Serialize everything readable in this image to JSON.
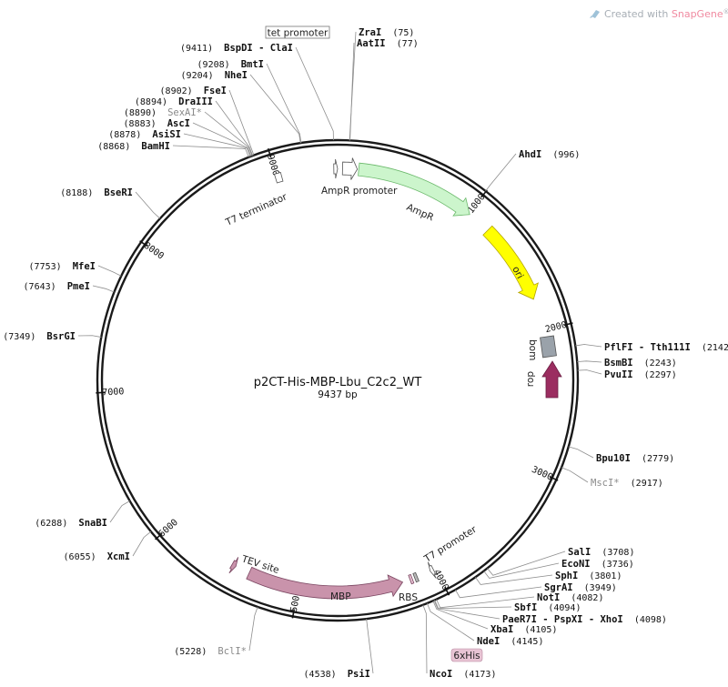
{
  "credit": {
    "prefix": "Created with ",
    "brand": "SnapGene",
    "suffix": "®"
  },
  "plasmid": {
    "name": "p2CT-His-MBP-Lbu_C2c2_WT",
    "length_label": "9437 bp",
    "length_bp": 9437
  },
  "ticks": [
    {
      "bp": 1000,
      "label": "1000"
    },
    {
      "bp": 2000,
      "label": "2000"
    },
    {
      "bp": 3000,
      "label": "3000"
    },
    {
      "bp": 4000,
      "label": "4000"
    },
    {
      "bp": 5000,
      "label": "5000"
    },
    {
      "bp": 6000,
      "label": "6000"
    },
    {
      "bp": 7000,
      "label": "7000"
    },
    {
      "bp": 8000,
      "label": "8000"
    },
    {
      "bp": 9000,
      "label": "9000"
    }
  ],
  "features": [
    {
      "name": "AmpR",
      "type": "cds",
      "start": 150,
      "end": 1010,
      "color": "#ccf5cc",
      "stroke": "#6ab86a"
    },
    {
      "name": "AmpR promoter",
      "type": "promoter",
      "start": 35,
      "end": 140,
      "color": "#ffffff",
      "stroke": "#555555"
    },
    {
      "name": "ori",
      "type": "origin",
      "start": 1180,
      "end": 1770,
      "color": "#ffff00",
      "stroke": "#b3a400"
    },
    {
      "name": "bom",
      "type": "misc",
      "start": 2130,
      "end": 2270,
      "color": "#9aa2aa",
      "stroke": "#555555"
    },
    {
      "name": "rop",
      "type": "cds",
      "start": 2355,
      "end": 2545,
      "color": "#9b2d60",
      "stroke": "#6b1e42"
    },
    {
      "name": "MBP",
      "type": "cds",
      "start": 4250,
      "end": 5365,
      "color": "#c993ab",
      "stroke": "#7a4560"
    },
    {
      "name": "TEV site",
      "type": "site",
      "start": 5470,
      "end": 5500,
      "color": "#c993ab",
      "stroke": "#7a4560"
    },
    {
      "name": "T7 promoter",
      "type": "promoter",
      "start": 4015,
      "end": 4040,
      "color": "#ffffff",
      "stroke": "#555555"
    },
    {
      "name": "RBS",
      "type": "rbs",
      "start": 4140,
      "end": 4160,
      "color": "#b8b8b8",
      "stroke": "#555555"
    },
    {
      "name": "6xHis",
      "type": "tag",
      "start": 4178,
      "end": 4195,
      "color": "#e8c4d4",
      "stroke": "#7a4560"
    },
    {
      "name": "T7 terminator",
      "type": "terminator",
      "start": 8990,
      "end": 9035,
      "color": "#ffffff",
      "stroke": "#555555"
    },
    {
      "name": "tet promoter",
      "type": "promoter",
      "start": 9410,
      "end": 9437,
      "color": "#ffffff",
      "stroke": "#555555"
    }
  ],
  "enzymes": [
    {
      "name": "ZraI",
      "pos": "(75)",
      "bp": 75,
      "unique": true
    },
    {
      "name": "AatII",
      "pos": "(77)",
      "bp": 77,
      "unique": true
    },
    {
      "name": "AhdI",
      "pos": "(996)",
      "bp": 996,
      "unique": true
    },
    {
      "name": "PflFI - Tth111I",
      "pos": "(2142)",
      "bp": 2142,
      "unique": true
    },
    {
      "name": "BsmBI",
      "pos": "(2243)",
      "bp": 2243,
      "unique": true
    },
    {
      "name": "PvuII",
      "pos": "(2297)",
      "bp": 2297,
      "unique": true
    },
    {
      "name": "Bpu10I",
      "pos": "(2779)",
      "bp": 2779,
      "unique": true
    },
    {
      "name": "MscI*",
      "pos": "(2917)",
      "bp": 2917,
      "unique": false
    },
    {
      "name": "SalI",
      "pos": "(3708)",
      "bp": 3708,
      "unique": true
    },
    {
      "name": "EcoNI",
      "pos": "(3736)",
      "bp": 3736,
      "unique": true
    },
    {
      "name": "SphI",
      "pos": "(3801)",
      "bp": 3801,
      "unique": true
    },
    {
      "name": "SgrAI",
      "pos": "(3949)",
      "bp": 3949,
      "unique": true
    },
    {
      "name": "NotI",
      "pos": "(4082)",
      "bp": 4082,
      "unique": true
    },
    {
      "name": "SbfI",
      "pos": "(4094)",
      "bp": 4094,
      "unique": true
    },
    {
      "name": "PaeR7I - PspXI - XhoI",
      "pos": "(4098)",
      "bp": 4098,
      "unique": true
    },
    {
      "name": "XbaI",
      "pos": "(4105)",
      "bp": 4105,
      "unique": true
    },
    {
      "name": "NdeI",
      "pos": "(4145)",
      "bp": 4145,
      "unique": true
    },
    {
      "name": "NcoI",
      "pos": "(4173)",
      "bp": 4173,
      "unique": true
    },
    {
      "name": "PsiI",
      "pos": "(4538)",
      "bp": 4538,
      "unique": true
    },
    {
      "name": "BclI*",
      "pos": "(5228)",
      "bp": 5228,
      "unique": false
    },
    {
      "name": "XcmI",
      "pos": "(6055)",
      "bp": 6055,
      "unique": true
    },
    {
      "name": "SnaBI",
      "pos": "(6288)",
      "bp": 6288,
      "unique": true
    },
    {
      "name": "BsrGI",
      "pos": "(7349)",
      "bp": 7349,
      "unique": true
    },
    {
      "name": "PmeI",
      "pos": "(7643)",
      "bp": 7643,
      "unique": true
    },
    {
      "name": "MfeI",
      "pos": "(7753)",
      "bp": 7753,
      "unique": true
    },
    {
      "name": "BseRI",
      "pos": "(8188)",
      "bp": 8188,
      "unique": true
    },
    {
      "name": "BamHI",
      "pos": "(8868)",
      "bp": 8868,
      "unique": true
    },
    {
      "name": "AsiSI",
      "pos": "(8878)",
      "bp": 8878,
      "unique": true
    },
    {
      "name": "AscI",
      "pos": "(8883)",
      "bp": 8883,
      "unique": true
    },
    {
      "name": "SexAI*",
      "pos": "(8890)",
      "bp": 8890,
      "unique": false
    },
    {
      "name": "DraIII",
      "pos": "(8894)",
      "bp": 8894,
      "unique": true
    },
    {
      "name": "FseI",
      "pos": "(8902)",
      "bp": 8902,
      "unique": true
    },
    {
      "name": "NheI",
      "pos": "(9204)",
      "bp": 9204,
      "unique": true
    },
    {
      "name": "BmtI",
      "pos": "(9208)",
      "bp": 9208,
      "unique": true
    },
    {
      "name": "BspDI - ClaI",
      "pos": "(9411)",
      "bp": 9411,
      "unique": true
    }
  ]
}
